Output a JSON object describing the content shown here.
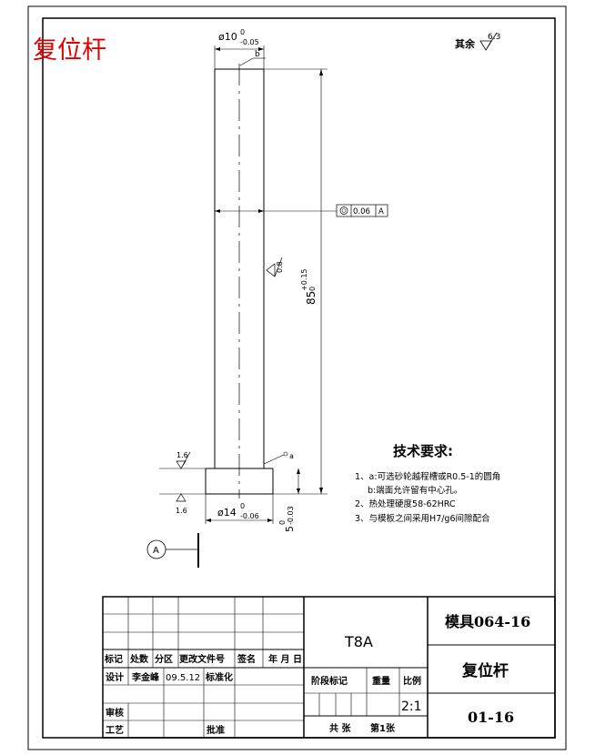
{
  "part_title": "复位杆",
  "surface_finish": {
    "rest_label": "其余",
    "rest_value": "6.3",
    "side_value": "0.8",
    "top_value": "1.6",
    "bottom_value": "1.6"
  },
  "dimensions": {
    "top_diameter": "ø10",
    "top_tol_upper": "0",
    "top_tol_lower": "-0.05",
    "chamfer_b": "b",
    "tolerance_frame_value": "0.06",
    "datum": "A",
    "length_main": "85",
    "length_tol_upper": "+0.15",
    "length_tol_lower": "0",
    "head_diameter": "ø14",
    "head_tol_upper": "0",
    "head_tol_lower": "-0.06",
    "head_height": "5",
    "head_h_tol_upper": "0",
    "head_h_tol_lower": "-0.03",
    "corner_a": "a"
  },
  "tech_req": {
    "heading": "技术要求:",
    "lines": [
      "1、a:可选砂轮越程槽或R0.5-1的圆角",
      "b:端面允许留有中心孔。",
      "2、热处理硬度58-62HRC",
      "3、与模板之间采用H7/g6间隙配合"
    ]
  },
  "title_block": {
    "material": "T8A",
    "drawing_group": "模具064-16",
    "part_name": "复位杆",
    "drawing_no": "01-16",
    "scale_value": "2:1",
    "labels": {
      "mark": "标记",
      "count": "处数",
      "zone": "分区",
      "change_doc": "更改文件号",
      "signature": "签名",
      "date": "年 月 日",
      "design": "设计",
      "designer": "李金峰",
      "design_date": "09.5.12",
      "standardize": "标准化",
      "stage_mark": "阶段标记",
      "weight": "重量",
      "scale": "比例",
      "review": "审核",
      "process": "工艺",
      "approve": "批准",
      "total_sheets": "共  张",
      "sheet_no": "第1张"
    }
  }
}
